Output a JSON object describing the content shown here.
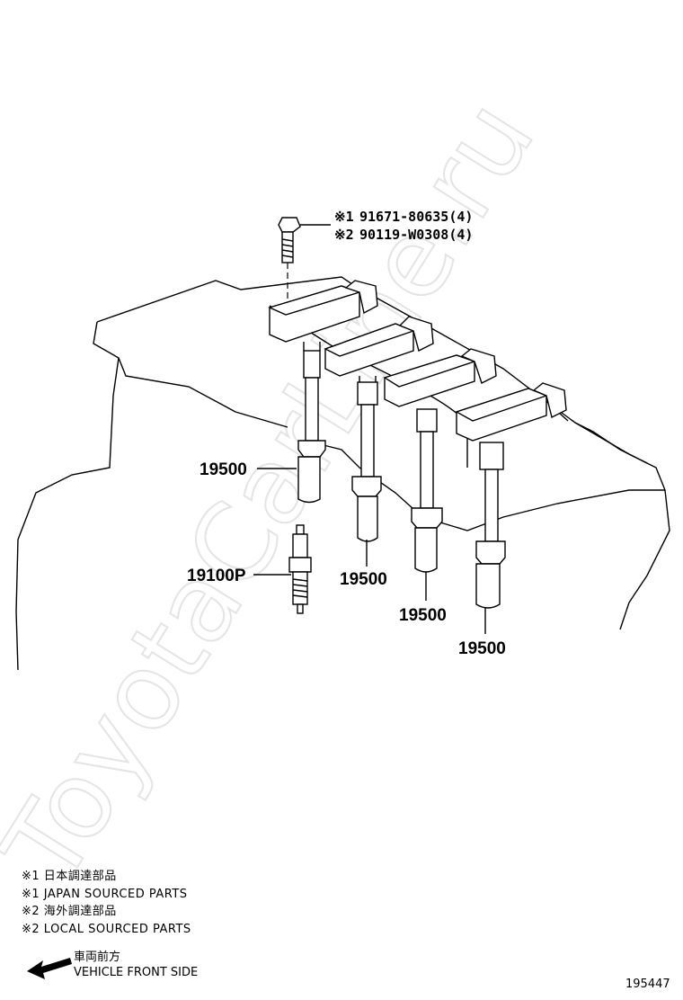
{
  "watermark": "ToyotaCarLine.ru",
  "bolt": {
    "line1_marker": "※1",
    "line1_part": "91671-80635(4)",
    "line2_marker": "※2",
    "line2_part": "90119-W0308(4)"
  },
  "parts": {
    "coil1": "19500",
    "coil2": "19500",
    "coil3": "19500",
    "coil4": "19500",
    "spark_plug": "19100P"
  },
  "notes": [
    "※1 日本調達部品",
    "※1 JAPAN SOURCED PARTS",
    "※2 海外調達部品",
    "※2 LOCAL SOURCED PARTS"
  ],
  "direction": {
    "jp": "車両前方",
    "en": "VEHICLE FRONT SIDE"
  },
  "diagram_id": "195447"
}
